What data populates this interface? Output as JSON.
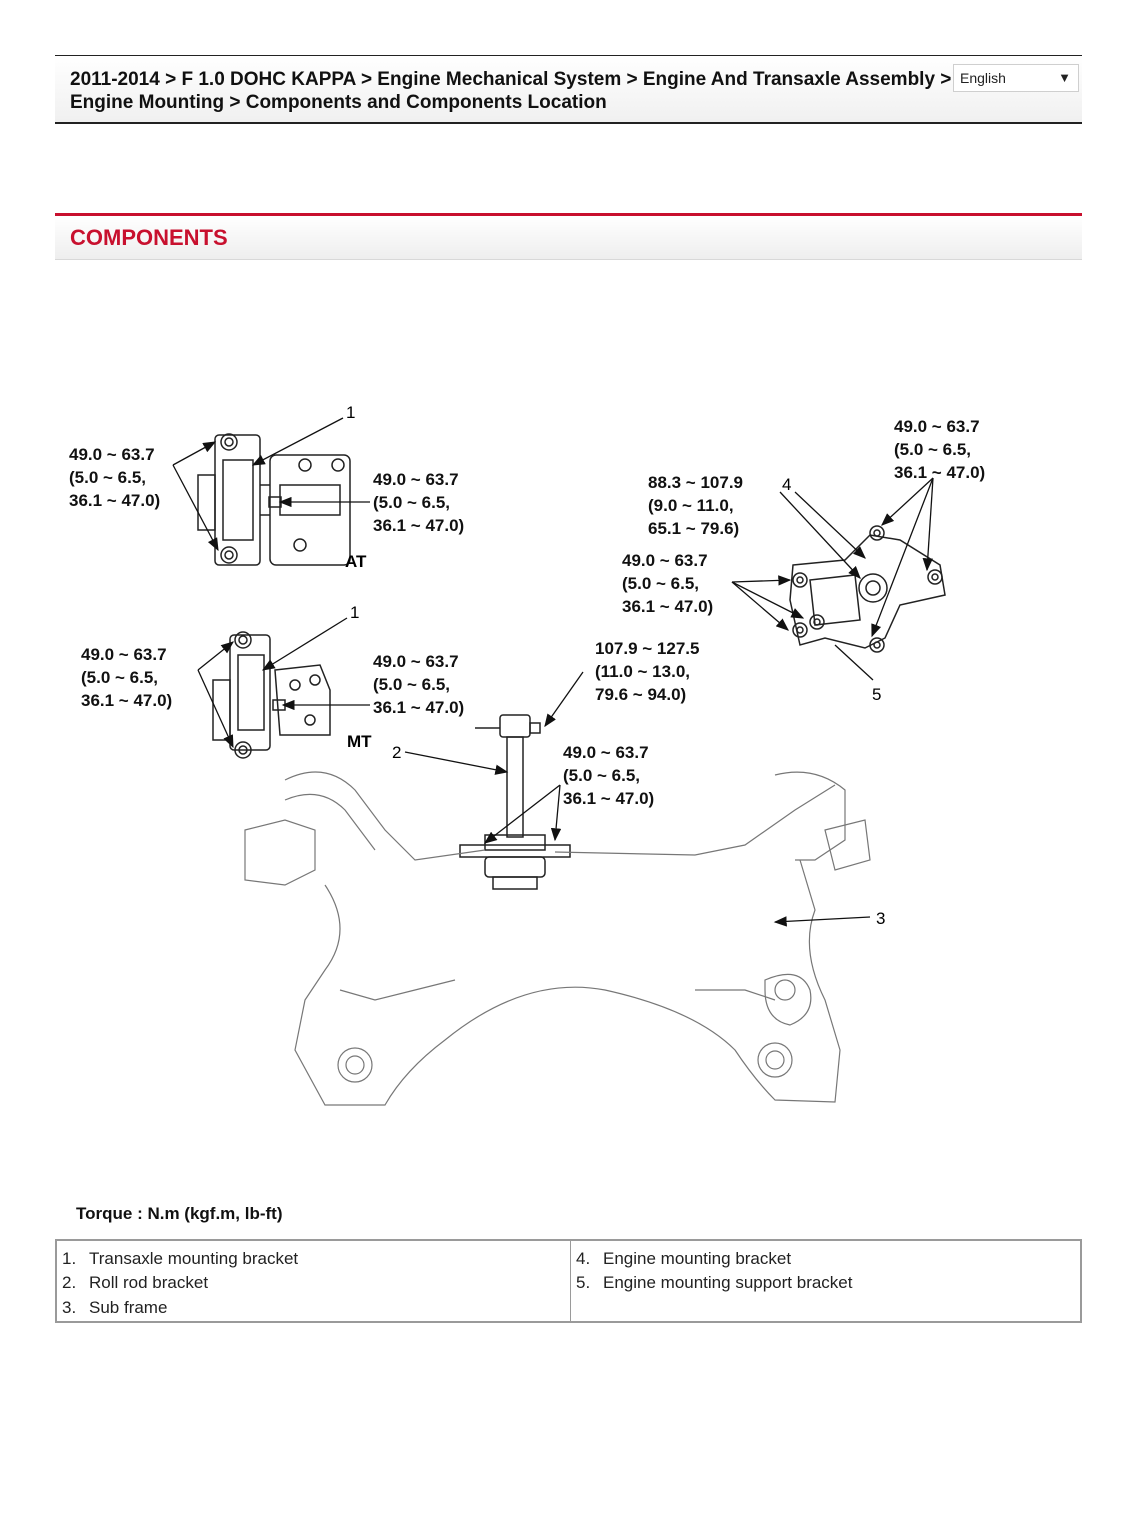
{
  "breadcrumb": {
    "line1": "2011-2014 > F 1.0 DOHC KAPPA > Engine Mechanical System > Engine And Transaxle Assembly >",
    "line2": "Engine Mounting > Components and Components Location"
  },
  "language_select": {
    "value": "English"
  },
  "section": {
    "title": "COMPONENTS"
  },
  "diagram": {
    "at_label": "AT",
    "mt_label": "MT",
    "callouts": [
      "1",
      "1",
      "2",
      "3",
      "4",
      "5"
    ],
    "torque_labels": {
      "at_left": [
        "49.0 ~ 63.7",
        "(5.0 ~ 6.5,",
        "36.1 ~ 47.0)"
      ],
      "at_right": [
        "49.0 ~ 63.7",
        "(5.0 ~ 6.5,",
        "36.1 ~ 47.0)"
      ],
      "mt_left": [
        "49.0 ~ 63.7",
        "(5.0 ~ 6.5,",
        "36.1 ~ 47.0)"
      ],
      "mt_right": [
        "49.0 ~ 63.7",
        "(5.0 ~ 6.5,",
        "36.1 ~ 47.0)"
      ],
      "roll_rod_top": [
        "107.9 ~ 127.5",
        "(11.0 ~ 13.0,",
        "79.6 ~ 94.0)"
      ],
      "roll_rod_bottom": [
        "49.0 ~ 63.7",
        "(5.0 ~ 6.5,",
        "36.1 ~ 47.0)"
      ],
      "engine_center": [
        "88.3 ~ 107.9",
        "(9.0 ~ 11.0,",
        "65.1 ~ 79.6)"
      ],
      "engine_left": [
        "49.0 ~ 63.7",
        "(5.0 ~ 6.5,",
        "36.1 ~ 47.0)"
      ],
      "engine_top": [
        "49.0 ~ 63.7",
        "(5.0 ~ 6.5,",
        "36.1 ~ 47.0)"
      ]
    }
  },
  "torque_unit": "Torque : N.m (kgf.m, lb-ft)",
  "legend": {
    "left": [
      {
        "num": "1.",
        "label": "Transaxle mounting bracket"
      },
      {
        "num": "2.",
        "label": "Roll rod bracket"
      },
      {
        "num": "3.",
        "label": "Sub frame"
      }
    ],
    "right": [
      {
        "num": "4.",
        "label": "Engine mounting bracket"
      },
      {
        "num": "5.",
        "label": "Engine mounting support bracket"
      }
    ]
  }
}
